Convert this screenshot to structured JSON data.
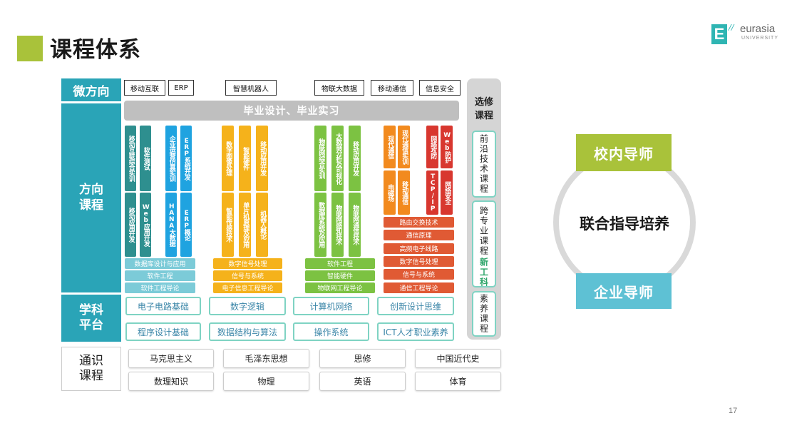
{
  "header": {
    "title": "课程体系"
  },
  "logo": {
    "letter": "E",
    "slashes": "//",
    "name": "eurasia",
    "sub": "UNIVERSITY"
  },
  "page_number": "17",
  "left_labels": {
    "micro": "微方向",
    "direction": "方向\n课程",
    "platform": "学科\n平台",
    "general": "通识\n课程"
  },
  "micro_tags": [
    "移动互联",
    "ERP",
    "智慧机器人",
    "物联大数据",
    "移动通信",
    "信息安全"
  ],
  "grad_bar": "毕业设计、毕业实习",
  "elective": {
    "title": "选修\n课程",
    "boxes": [
      "前沿技术课程",
      "跨专业课程",
      "新工科",
      "素养课程"
    ]
  },
  "colors": {
    "teal": "#2aa4b7",
    "dteal": "#2e8f8f",
    "blue": "#1fa3e0",
    "yellow": "#f5b21b",
    "green": "#7cc242",
    "orange": "#f28a1e",
    "red": "#d8372f",
    "lime": "#a9c23a",
    "sky": "#5ec1d4"
  },
  "columns": {
    "c1_top": [
      "移动互联综合实训",
      "软件测试",
      "企业运营仿真实训",
      "ERP系统开发"
    ],
    "c1_bot": [
      "移动应用开发",
      "Web应用开发",
      "HANA大数据",
      "ERP概论"
    ],
    "c1_bars": [
      "数据库设计与应用",
      "软件工程",
      "软件工程导论"
    ],
    "c2_top": [
      "数字图像处理",
      "智能硬件",
      "移动应用开发"
    ],
    "c2_bot": [
      "智能传感技术",
      "单片机原理及应用",
      "机器人概论"
    ],
    "c2_bars": [
      "数字信号处理",
      "信号与系统",
      "电子信息工程导论"
    ],
    "c3_top": [
      "物联网综合实训",
      "大数据分析及可视化",
      "移动应用开发"
    ],
    "c3_bot": [
      "数据库系统及应用",
      "物联网感知技术",
      "物联网通信技术"
    ],
    "c3_bars": [
      "软件工程",
      "智能硬件",
      "物联网工程导论"
    ],
    "c4_top": [
      "现代通信",
      "现代通信实训",
      "网络攻防",
      "Web防护"
    ],
    "c4_bot": [
      "电磁场",
      "移动通信",
      "TCP/IP",
      "网络安全"
    ],
    "c4_bars": [
      "路由交换技术",
      "通信原理",
      "高频电子线路",
      "数字信号处理",
      "信号与系统",
      "通信工程导论"
    ]
  },
  "platform_boxes": [
    "电子电路基础",
    "数字逻辑",
    "计算机网络",
    "创新设计思维",
    "程序设计基础",
    "数据结构与算法",
    "操作系统",
    "ICT人才职业素养"
  ],
  "general_boxes": [
    "马克思主义",
    "毛泽东思想",
    "思修",
    "中国近代史",
    "数理知识",
    "物理",
    "英语",
    "体育"
  ],
  "right": {
    "top": "校内导师",
    "center": "联合指导培养",
    "bottom": "企业导师"
  }
}
